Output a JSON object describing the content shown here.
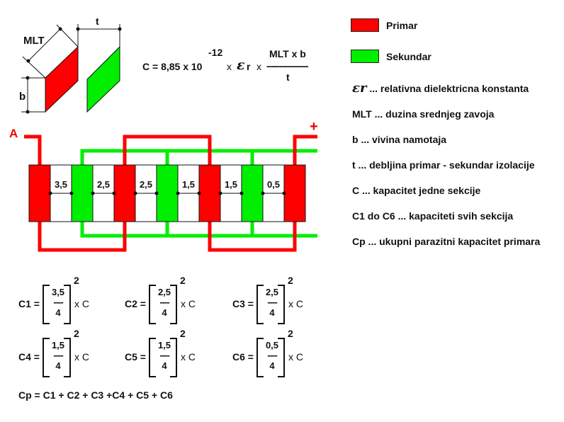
{
  "geometry_labels": {
    "mlt": "MLT",
    "t": "t",
    "b": "b"
  },
  "main_formula": {
    "lhs": "C = 8,85 x 10",
    "exponent": "-12",
    "x1": "x",
    "epsilon": "ε",
    "r": "r",
    "x2": "x",
    "numerator": "MLT x b",
    "dashes": "----------------",
    "denominator": "t"
  },
  "legend": [
    {
      "label": "Primar",
      "color": "#ff0000"
    },
    {
      "label": "Sekundar",
      "color": "#00ee00"
    }
  ],
  "definitions": [
    {
      "symbol": "εr",
      "text": " ... relativna dielektricna konstanta"
    },
    {
      "symbol": "",
      "text": "MLT ... duzina srednjeg zavoja"
    },
    {
      "symbol": "",
      "text": "b ... vivina namotaja"
    },
    {
      "symbol": "",
      "text": "t ... debljina primar - sekundar izolacije"
    },
    {
      "symbol": "",
      "text": "C ... kapacitet jedne sekcije"
    },
    {
      "symbol": "",
      "text": "C1 do C6 ... kapaciteti svih sekcija"
    },
    {
      "symbol": "",
      "text": "Cp ... ukupni parazitni kapacitet primara"
    }
  ],
  "winding": {
    "terminal_start": "A",
    "terminal_end": "+",
    "sections": [
      "primar",
      "gap",
      "sekundar",
      "gap",
      "primar",
      "gap",
      "sekundar",
      "gap",
      "primar",
      "gap",
      "sekundar",
      "gap",
      "primar"
    ],
    "gap_labels": [
      "3,5",
      "2,5",
      "2,5",
      "1,5",
      "1,5",
      "0,5"
    ],
    "colors": {
      "primar": "#ff0000",
      "sekundar": "#00ee00",
      "gap": "#ffffff"
    }
  },
  "section_formulas": [
    {
      "name": "C1 =",
      "numerator": "3,5",
      "dashes": "----",
      "denominator": "4",
      "exponent": "2",
      "tail": "x C"
    },
    {
      "name": "C2 =",
      "numerator": "2,5",
      "dashes": "----",
      "denominator": "4",
      "exponent": "2",
      "tail": "x C"
    },
    {
      "name": "C3 =",
      "numerator": "2,5",
      "dashes": "----",
      "denominator": "4",
      "exponent": "2",
      "tail": "x C"
    },
    {
      "name": "C4 =",
      "numerator": "1,5",
      "dashes": "----",
      "denominator": "4",
      "exponent": "2",
      "tail": "x C"
    },
    {
      "name": "C5 =",
      "numerator": "1,5",
      "dashes": "----",
      "denominator": "4",
      "exponent": "2",
      "tail": "x C"
    },
    {
      "name": "C6 =",
      "numerator": "0,5",
      "dashes": "----",
      "denominator": "4",
      "exponent": "2",
      "tail": "x C"
    }
  ],
  "total_formula": "Cp = C1 + C2 + C3 +C4 + C5 + C6"
}
